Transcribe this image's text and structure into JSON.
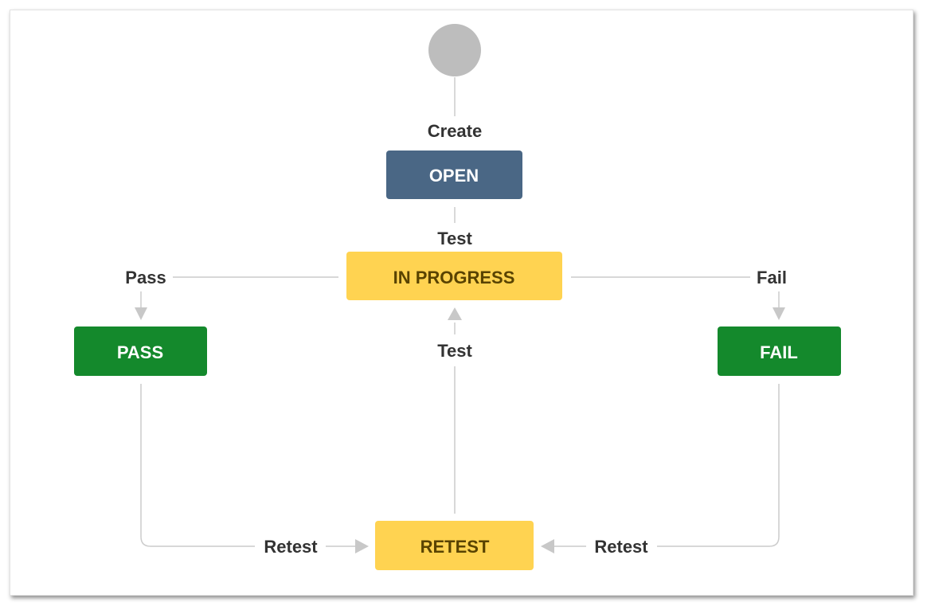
{
  "colors": {
    "start": "#bdbdbd",
    "open": "#4a6785",
    "in_progress": "#ffd351",
    "done": "#14892c",
    "line": "#cccccc",
    "text_dark": "#594300",
    "text_light": "#ffffff",
    "label_text": "#333333"
  },
  "nodes": {
    "open": "OPEN",
    "in_progress": "IN PROGRESS",
    "pass": "PASS",
    "fail": "FAIL",
    "retest": "RETEST"
  },
  "transitions": {
    "create": "Create",
    "test_open": "Test",
    "pass": "Pass",
    "fail": "Fail",
    "test_retest": "Test",
    "retest_from_pass": "Retest",
    "retest_from_fail": "Retest"
  }
}
